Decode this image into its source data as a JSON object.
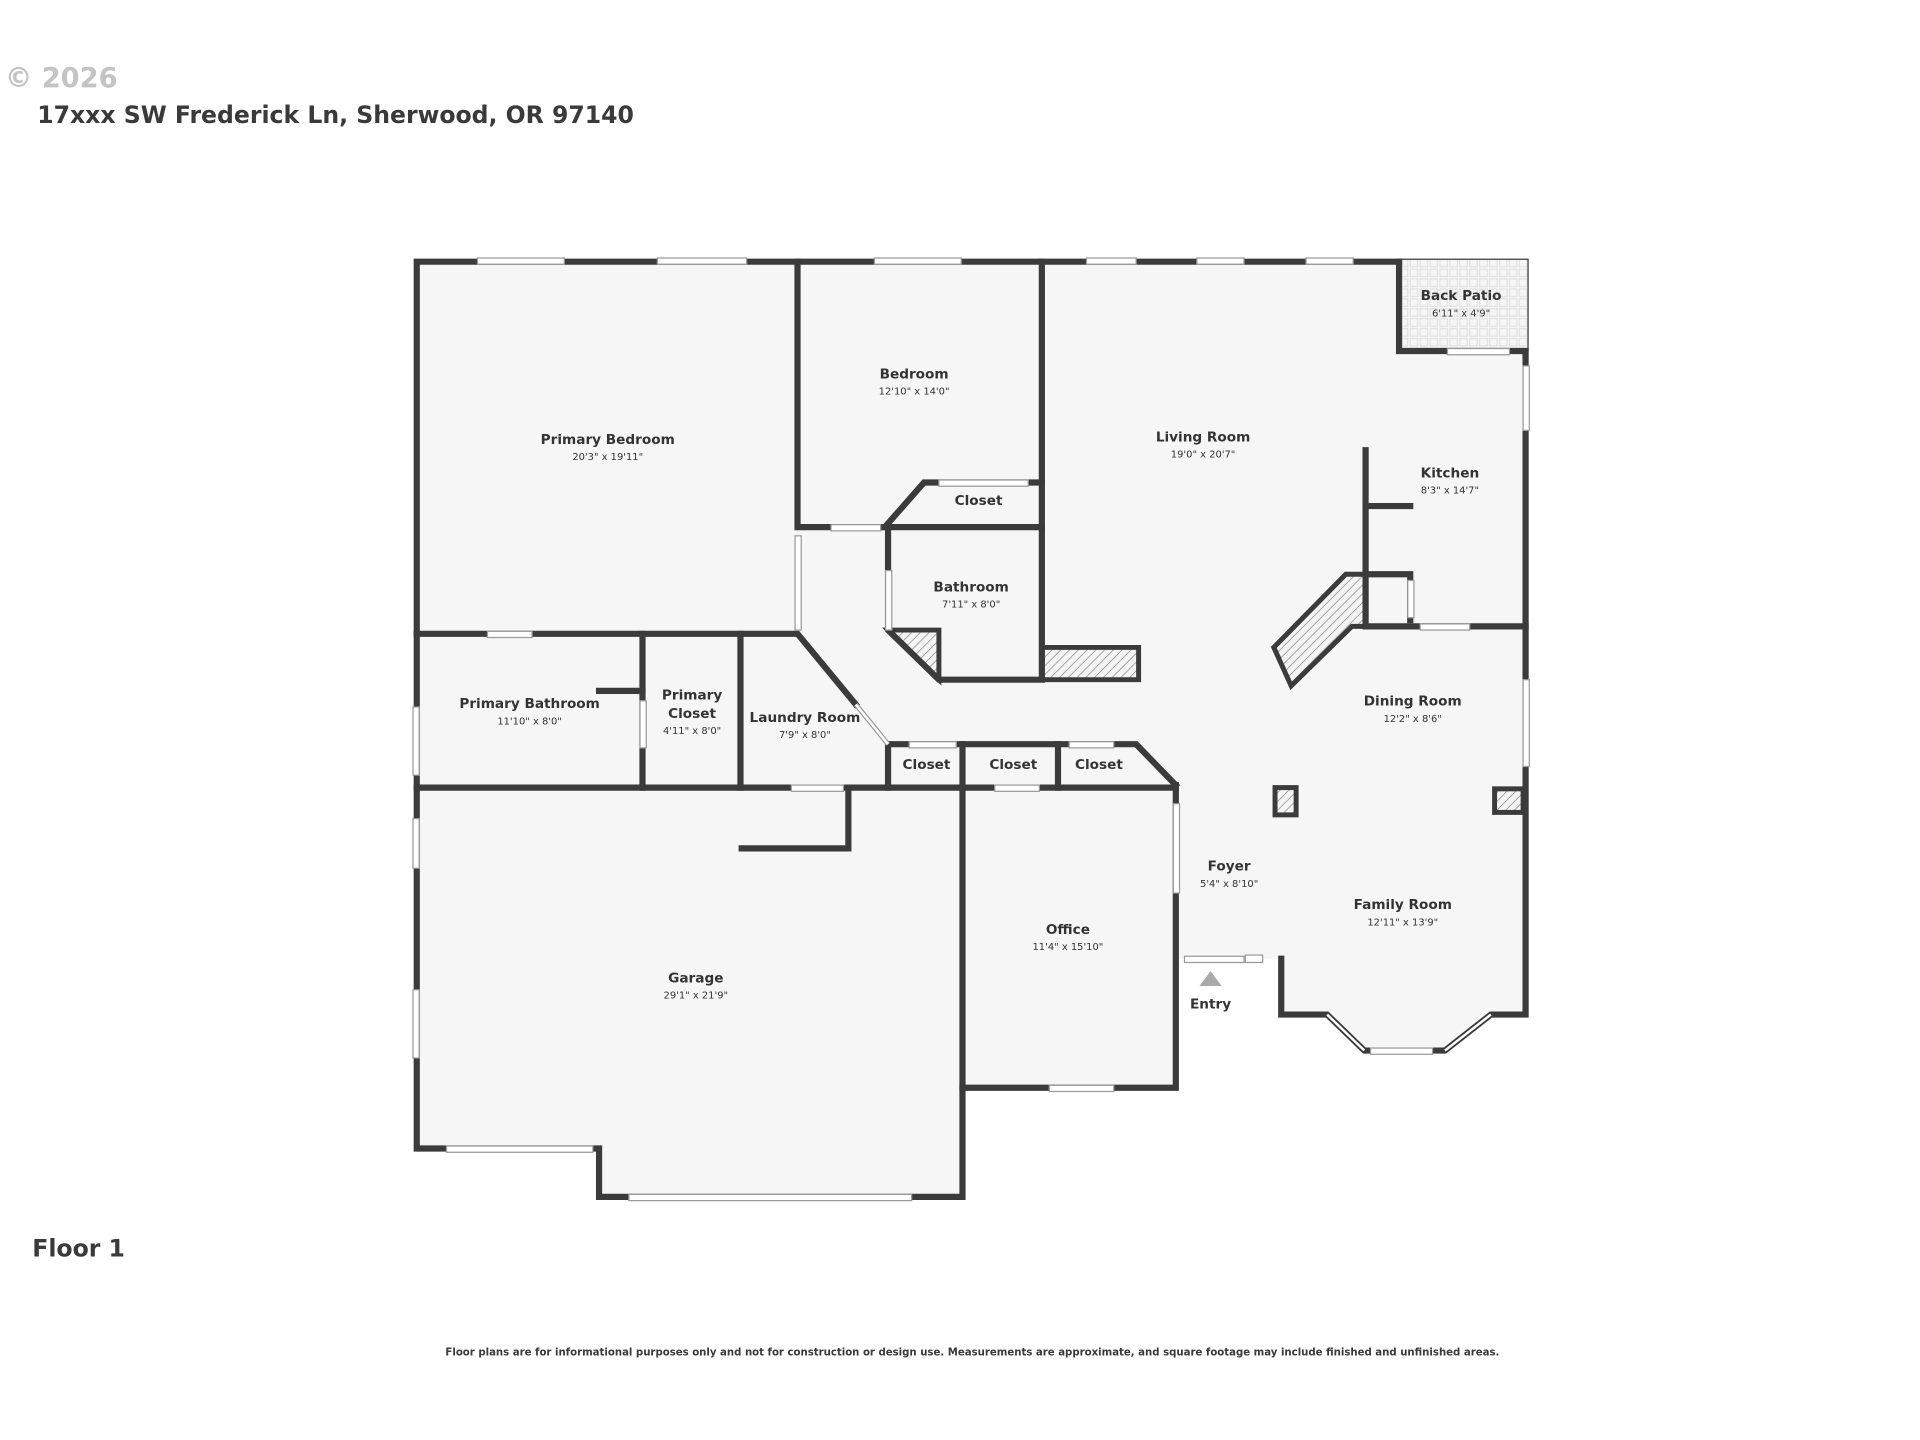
{
  "header": {
    "watermark": "© 2026",
    "address": "17xxx SW Frederick Ln, Sherwood, OR 97140"
  },
  "floor_label": "Floor 1",
  "disclaimer": "Floor plans are for informational purposes only and not for construction or design use. Measurements are approximate, and square footage may include finished and unfinished areas.",
  "rooms": [
    {
      "name": "Primary Bedroom",
      "dims": "20'3\" x 19'11\""
    },
    {
      "name": "Bedroom",
      "dims": "12'10\" x 14'0\""
    },
    {
      "name": "Living Room",
      "dims": "19'0\" x 20'7\""
    },
    {
      "name": "Back Patio",
      "dims": "6'11\" x 4'9\""
    },
    {
      "name": "Kitchen",
      "dims": "8'3\" x 14'7\""
    },
    {
      "name": "Closet",
      "dims": ""
    },
    {
      "name": "Bathroom",
      "dims": "7'11\" x 8'0\""
    },
    {
      "name": "Primary Bathroom",
      "dims": "11'10\" x 8'0\""
    },
    {
      "name": "Primary",
      "name2": "Closet",
      "dims": "4'11\" x 8'0\""
    },
    {
      "name": "Laundry Room",
      "dims": "7'9\" x 8'0\""
    },
    {
      "name": "Closet",
      "dims": ""
    },
    {
      "name": "Closet",
      "dims": ""
    },
    {
      "name": "Closet",
      "dims": ""
    },
    {
      "name": "Dining Room",
      "dims": "12'2\" x 8'6\""
    },
    {
      "name": "Foyer",
      "dims": "5'4\" x 8'10\""
    },
    {
      "name": "Family Room",
      "dims": "12'11\" x 13'9\""
    },
    {
      "name": "Office",
      "dims": "11'4\" x 15'10\""
    },
    {
      "name": "Garage",
      "dims": "29'1\" x 21'9\""
    }
  ],
  "entry_label": "Entry"
}
